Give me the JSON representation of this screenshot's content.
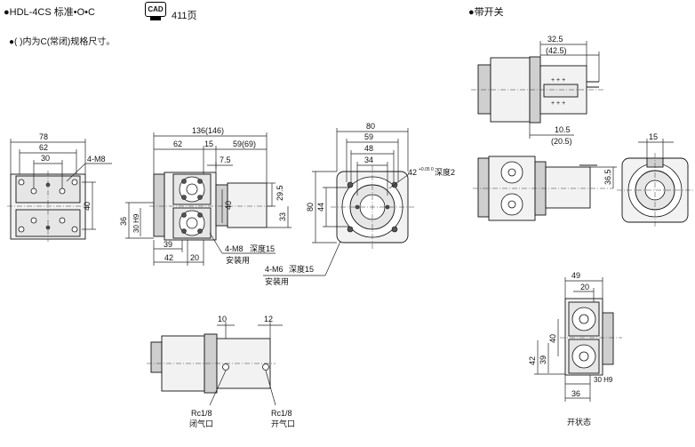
{
  "header": {
    "model": "●HDL-4CS 标准•O•C",
    "cad_icon": "cad-monitor-icon",
    "cad_label": "CAD",
    "cad_page": "411页",
    "note": "●(   )内为C(常闭)规格尺寸。",
    "switch_title": "●带开关"
  },
  "front_view": {
    "dim_width": "78",
    "dim_mid": "62",
    "dim_inner": "30",
    "dim_height": "40",
    "thread": "4-M8"
  },
  "side_view": {
    "dim_total": "136(146)",
    "dim_a": "62",
    "dim_b": "15",
    "dim_c": "59(69)",
    "dim_d": "7.5",
    "dim_h1": "29.5",
    "dim_h2": "40",
    "dim_h3": "33",
    "dim_left": "36",
    "dim_fit": "30 H9",
    "dim_bot1": "39",
    "dim_bot2": "42",
    "dim_bot3": "20",
    "callout1_a": "4-M8",
    "callout1_b": "深度15",
    "callout1_c": "安装用",
    "callout2_a": "4-M6",
    "callout2_b": "深度15",
    "callout2_c": "安装用"
  },
  "end_view": {
    "dim_80": "80",
    "dim_59": "59",
    "dim_48": "48",
    "dim_34": "34",
    "dim_v80": "80",
    "dim_v44": "44",
    "bore": "42",
    "bore_tol": "+0.05\n0",
    "bore_depth": "深度2"
  },
  "port_view": {
    "dim_10": "10",
    "dim_12": "12",
    "port1_thread": "Rc1/8",
    "port1_label": "闭气口",
    "port2_thread": "Rc1/8",
    "port2_label": "开气口"
  },
  "switch_top": {
    "dim_a": "32.5",
    "dim_b": "(42.5)",
    "dim_c": "10.5",
    "dim_d": "(20.5)"
  },
  "switch_side": {
    "dim_h": "36.5"
  },
  "switch_end": {
    "dim_w": "15"
  },
  "switch_open": {
    "dim_49": "49",
    "dim_20": "20",
    "dim_40": "40",
    "dim_42": "42",
    "dim_39": "39",
    "dim_36": "36",
    "dim_fit": "30 H9",
    "state_label": "开状态"
  }
}
